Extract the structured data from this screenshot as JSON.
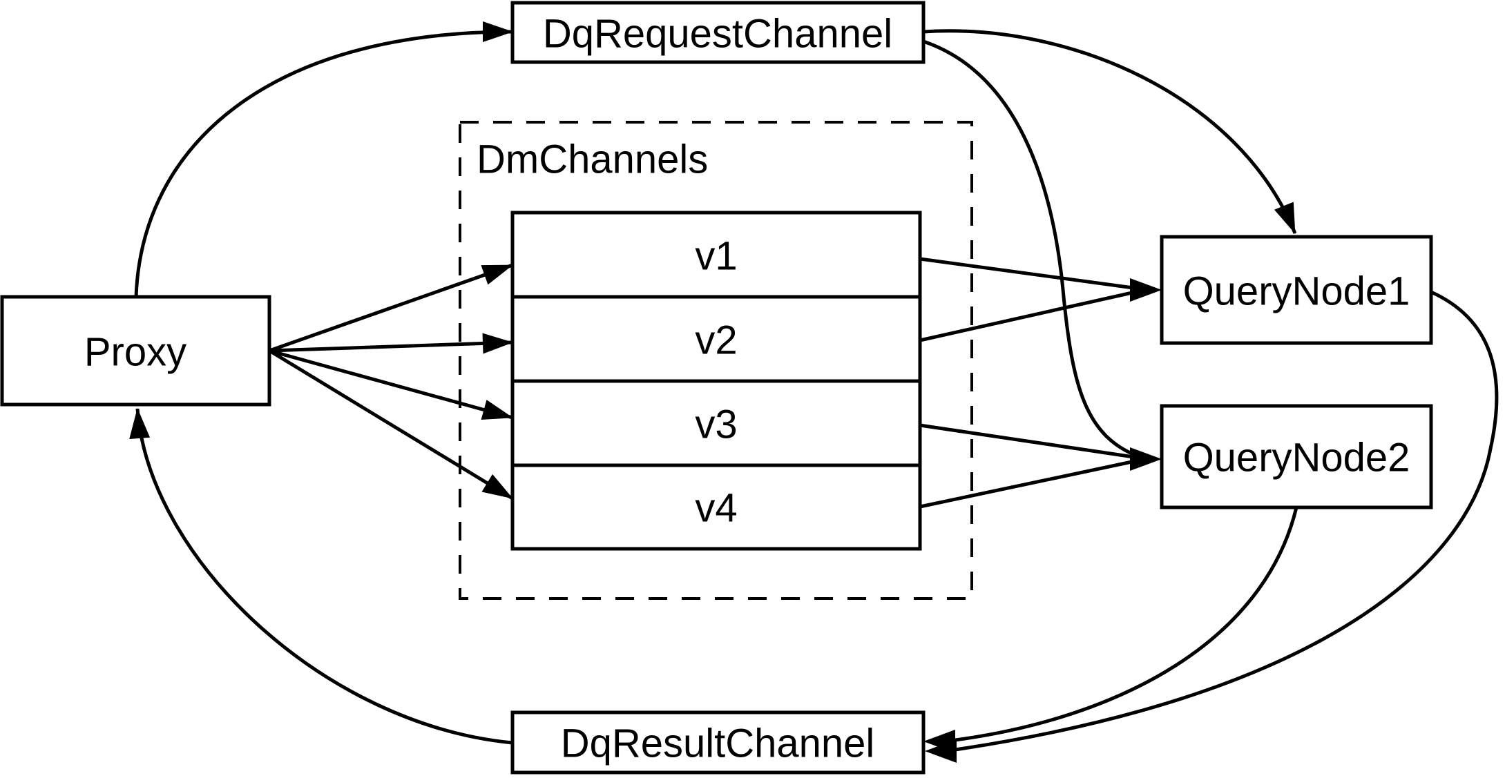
{
  "diagram": {
    "background_color": "#ffffff",
    "stroke_color": "#000000",
    "nodes": [
      {
        "id": "proxy",
        "label": "Proxy",
        "shape": "rect"
      },
      {
        "id": "dq-request-channel",
        "label": "DqRequestChannel",
        "shape": "rect"
      },
      {
        "id": "dm-channels",
        "label": "DmChannels",
        "shape": "dashed-group"
      },
      {
        "id": "channel-v1",
        "label": "v1",
        "shape": "rect-row"
      },
      {
        "id": "channel-v2",
        "label": "v2",
        "shape": "rect-row"
      },
      {
        "id": "channel-v3",
        "label": "v3",
        "shape": "rect-row"
      },
      {
        "id": "channel-v4",
        "label": "v4",
        "shape": "rect-row"
      },
      {
        "id": "query-node-1",
        "label": "QueryNode1",
        "shape": "rect"
      },
      {
        "id": "query-node-2",
        "label": "QueryNode2",
        "shape": "rect"
      },
      {
        "id": "dq-result-channel",
        "label": "DqResultChannel",
        "shape": "rect"
      }
    ],
    "groups": [
      {
        "id": "dm-channels",
        "label": "DmChannels",
        "children": [
          "channel-v1",
          "channel-v2",
          "channel-v3",
          "channel-v4"
        ],
        "border": "dashed"
      }
    ],
    "edges": [
      {
        "from": "proxy",
        "to": "dq-request-channel",
        "style": "curved"
      },
      {
        "from": "proxy",
        "to": "channel-v1",
        "style": "straight"
      },
      {
        "from": "proxy",
        "to": "channel-v2",
        "style": "straight"
      },
      {
        "from": "proxy",
        "to": "channel-v3",
        "style": "straight"
      },
      {
        "from": "proxy",
        "to": "channel-v4",
        "style": "straight"
      },
      {
        "from": "channel-v1",
        "to": "query-node-1",
        "style": "straight"
      },
      {
        "from": "channel-v2",
        "to": "query-node-1",
        "style": "straight"
      },
      {
        "from": "channel-v3",
        "to": "query-node-2",
        "style": "straight"
      },
      {
        "from": "channel-v4",
        "to": "query-node-2",
        "style": "straight"
      },
      {
        "from": "dq-request-channel",
        "to": "query-node-1",
        "style": "curved"
      },
      {
        "from": "dq-request-channel",
        "to": "query-node-2",
        "style": "curved"
      },
      {
        "from": "query-node-1",
        "to": "dq-result-channel",
        "style": "curved"
      },
      {
        "from": "query-node-2",
        "to": "dq-result-channel",
        "style": "curved"
      },
      {
        "from": "dq-result-channel",
        "to": "proxy",
        "style": "curved"
      }
    ]
  }
}
